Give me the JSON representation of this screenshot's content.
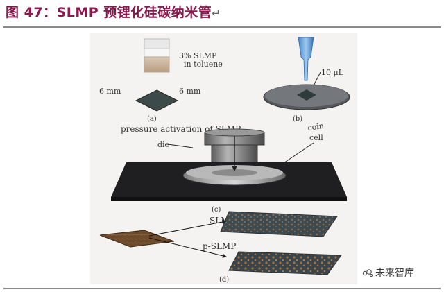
{
  "header": {
    "title": "图 47：SLMP 预锂化硅碳纳米管",
    "return_mark": "↵"
  },
  "figure": {
    "vial_label_line1": "3% SLMP",
    "vial_label_line2": "in toluene",
    "dim_left": "6 mm",
    "dim_right": "6 mm",
    "caption_a": "(a)",
    "caption_b": "(b)",
    "caption_c": "(c)",
    "caption_d": "(d)",
    "volume_label": "10 μL",
    "activation_label": "pressure activation of SLMP",
    "die_label": "die",
    "coin_label": "coin",
    "cell_label": "cell",
    "slmp_label": "SLMP",
    "pslmp_label": "p-SLMP"
  },
  "watermark": {
    "text": "未来智库"
  }
}
